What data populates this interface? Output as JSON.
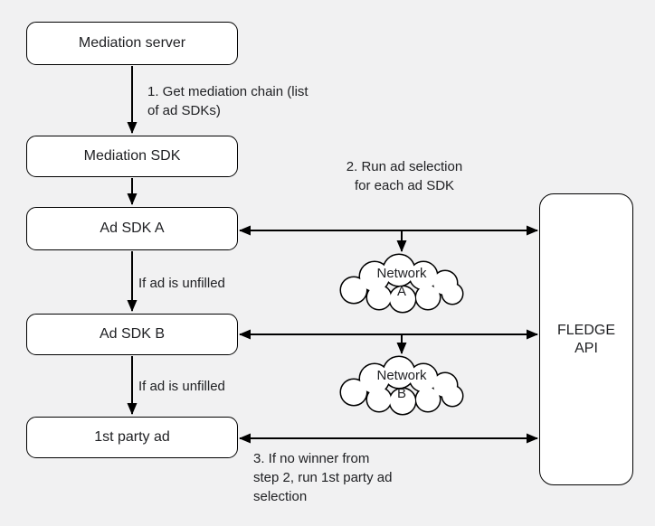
{
  "diagram": {
    "title": "FLEDGE mediation flow",
    "colors": {
      "background": "#f1f1f2",
      "node_fill": "#ffffff",
      "node_border": "#000000",
      "text": "#202124"
    },
    "nodes": {
      "mediation_server": {
        "label": "Mediation server"
      },
      "mediation_sdk": {
        "label": "Mediation SDK"
      },
      "ad_sdk_a": {
        "label": "Ad SDK A"
      },
      "ad_sdk_b": {
        "label": "Ad SDK B"
      },
      "first_party_ad": {
        "label": "1st party ad"
      },
      "fledge_api": {
        "lines": [
          "FLEDGE",
          "API"
        ]
      },
      "network_a": {
        "lines": [
          "Network",
          "A"
        ]
      },
      "network_b": {
        "lines": [
          "Network",
          "B"
        ]
      }
    },
    "annotations": {
      "step1": {
        "lines": [
          "1. Get mediation chain (list",
          "of ad SDKs)"
        ]
      },
      "step2": {
        "lines": [
          "2. Run ad selection",
          "for each ad SDK"
        ]
      },
      "step3": {
        "lines": [
          "3. If no winner from",
          "step 2, run 1st party ad",
          "selection"
        ]
      },
      "unfilled_1": {
        "label": "If ad is unfilled"
      },
      "unfilled_2": {
        "label": "If ad is unfilled"
      }
    }
  }
}
